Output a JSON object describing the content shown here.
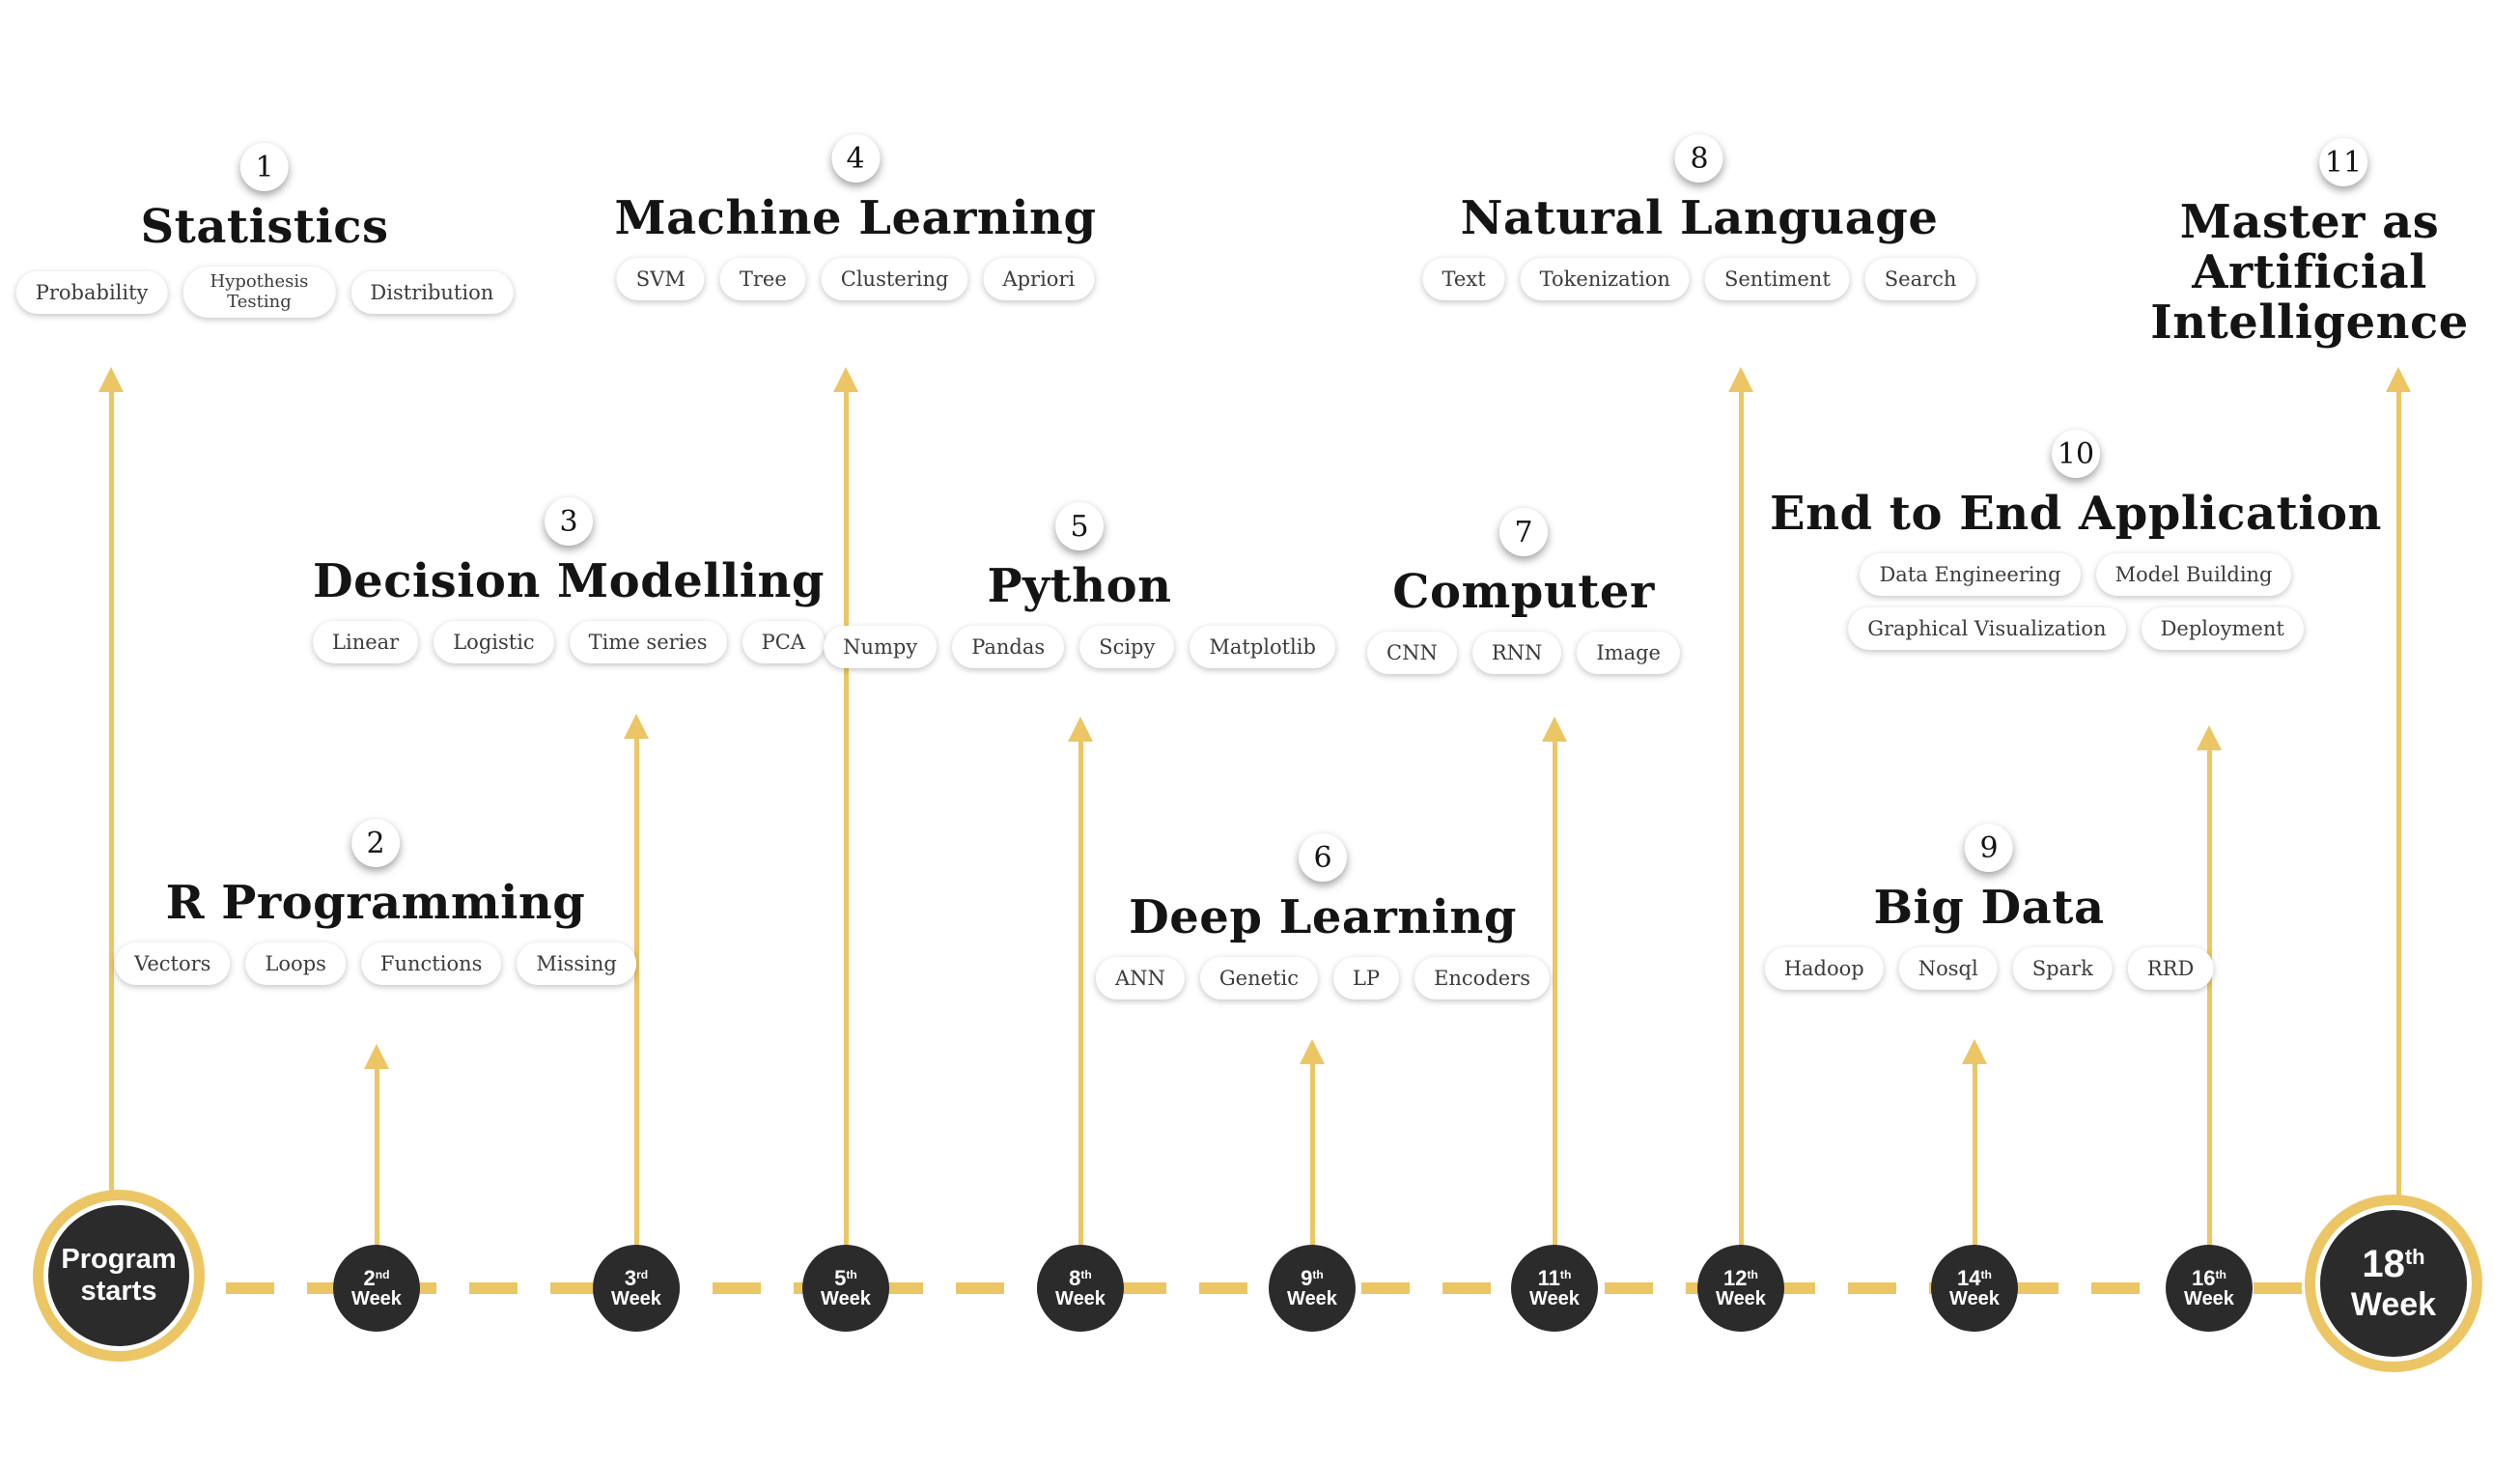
{
  "colors": {
    "gold": "#ECC665",
    "dark": "#2B2B2B"
  },
  "timeline": {
    "start": {
      "line1": "Program",
      "line2": "starts"
    },
    "end": {
      "num": "18",
      "suffix": "th",
      "label": "Week"
    },
    "nodes": [
      {
        "num": "2",
        "suffix": "nd",
        "label": "Week"
      },
      {
        "num": "3",
        "suffix": "rd",
        "label": "Week"
      },
      {
        "num": "5",
        "suffix": "th",
        "label": "Week"
      },
      {
        "num": "8",
        "suffix": "th",
        "label": "Week"
      },
      {
        "num": "9",
        "suffix": "th",
        "label": "Week"
      },
      {
        "num": "11",
        "suffix": "th",
        "label": "Week"
      },
      {
        "num": "12",
        "suffix": "th",
        "label": "Week"
      },
      {
        "num": "14",
        "suffix": "th",
        "label": "Week"
      },
      {
        "num": "16",
        "suffix": "th",
        "label": "Week"
      }
    ]
  },
  "topics": [
    {
      "number": "1",
      "title": "Statistics",
      "tags": [
        "Probability",
        "Hypothesis Testing",
        "Distribution"
      ]
    },
    {
      "number": "2",
      "title": "R Programming",
      "tags": [
        "Vectors",
        "Loops",
        "Functions",
        "Missing"
      ]
    },
    {
      "number": "3",
      "title": "Decision Modelling",
      "tags": [
        "Linear",
        "Logistic",
        "Time series",
        "PCA"
      ]
    },
    {
      "number": "4",
      "title": "Machine Learning",
      "tags": [
        "SVM",
        "Tree",
        "Clustering",
        "Apriori"
      ]
    },
    {
      "number": "5",
      "title": "Python",
      "tags": [
        "Numpy",
        "Pandas",
        "Scipy",
        "Matplotlib"
      ]
    },
    {
      "number": "6",
      "title": "Deep Learning",
      "tags": [
        "ANN",
        "Genetic",
        "LP",
        "Encoders"
      ]
    },
    {
      "number": "7",
      "title": "Computer",
      "tags": [
        "CNN",
        "RNN",
        "Image"
      ]
    },
    {
      "number": "8",
      "title": "Natural Language",
      "tags": [
        "Text",
        "Tokenization",
        "Sentiment",
        "Search"
      ]
    },
    {
      "number": "9",
      "title": "Big Data",
      "tags": [
        "Hadoop",
        "Nosql",
        "Spark",
        "RRD"
      ]
    },
    {
      "number": "10",
      "title": "End to End Application",
      "tags_row1": [
        "Data Engineering",
        "Model Building"
      ],
      "tags_row2": [
        "Graphical Visualization",
        "Deployment"
      ]
    },
    {
      "number": "11",
      "title_lines": [
        "Master as",
        "Artificial",
        "Intelligence"
      ]
    }
  ]
}
